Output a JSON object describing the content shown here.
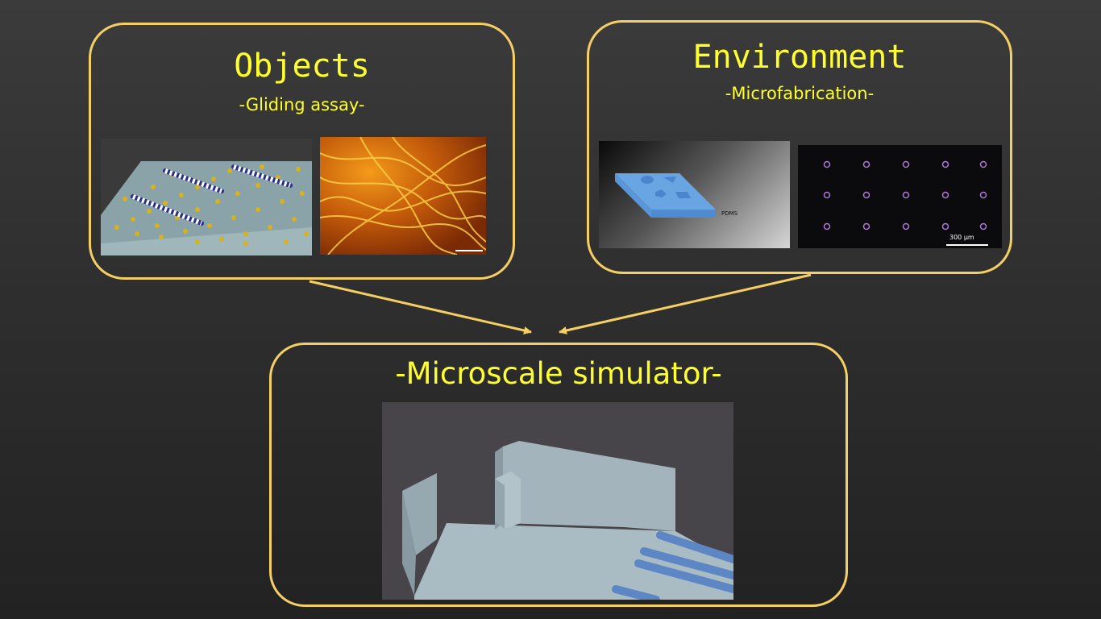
{
  "objects": {
    "title": "Objects",
    "subtitle": "-Gliding assay-"
  },
  "environment": {
    "title": "Environment",
    "subtitle": "-Microfabrication-",
    "pdms_label": "PDMS",
    "scale_bar_label": "300 μm"
  },
  "simulator": {
    "title": "-Microscale simulator-"
  },
  "colors": {
    "panel_border": "#f5cf63",
    "title_text": "#ffff2e",
    "background": "#2f2f2f"
  }
}
